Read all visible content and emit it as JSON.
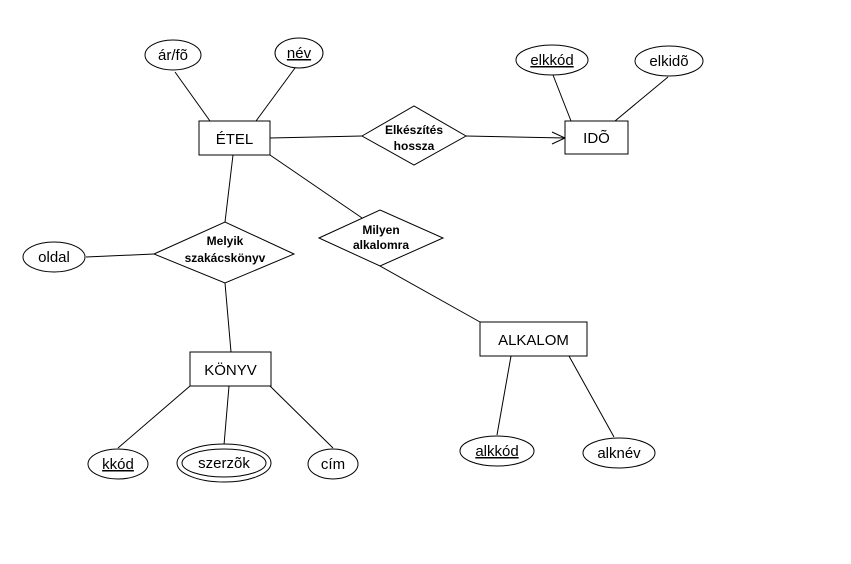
{
  "entities": {
    "etel": "ÉTEL",
    "ido": "IDÕ",
    "konyv": "KÖNYV",
    "alkalom": "ALKALOM"
  },
  "relationships": {
    "elkeszites": [
      "Elkészítés",
      "hossza"
    ],
    "melyik": [
      "Melyik",
      "szakácskönyv"
    ],
    "milyen": [
      "Milyen",
      "alkalomra"
    ]
  },
  "attributes": {
    "arfo": "ár/fõ",
    "nev": "név",
    "elkkod": "elkkód",
    "elkido": "elkidõ",
    "oldal": "oldal",
    "kkod": "kkód",
    "szerzok": "szerzõk",
    "cim": "cím",
    "alkkod": "alkkód",
    "alknev": "alknév"
  },
  "colors": {
    "stroke": "#000000",
    "background": "#ffffff"
  }
}
